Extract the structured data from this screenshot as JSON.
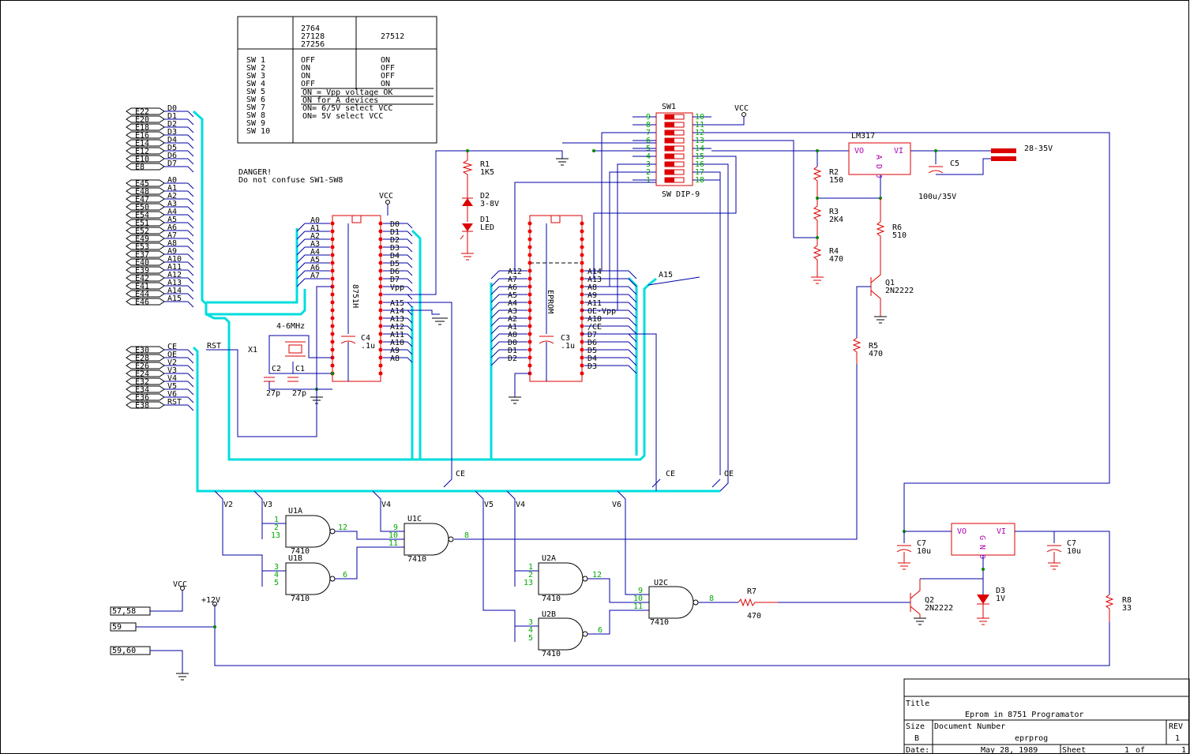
{
  "config_table": {
    "col_a_header": [
      "2764",
      "27128",
      "27256"
    ],
    "col_b_header": "27512",
    "switches": [
      "SW 1",
      "SW 2",
      "SW 3",
      "SW 4",
      "SW 5",
      "SW 6",
      "SW 7",
      "SW 8",
      "SW 9",
      "SW 10"
    ],
    "col_a_values": [
      "OFF",
      "ON",
      "ON",
      "OFF"
    ],
    "col_b_values": [
      "ON",
      "OFF",
      "OFF",
      "ON"
    ],
    "notes": [
      "ON = Vpp voltage OK",
      "ON for A devices",
      "ON= 6/5V select VCC",
      "ON= 5V select VCC"
    ]
  },
  "danger": [
    "DANGER!",
    "Do not confuse SW1-SW8"
  ],
  "conn_data": [
    {
      "e": "E22",
      "s": "D0"
    },
    {
      "e": "E20",
      "s": "D1"
    },
    {
      "e": "E18",
      "s": "D2"
    },
    {
      "e": "E16",
      "s": "D3"
    },
    {
      "e": "E14",
      "s": "D4"
    },
    {
      "e": "E12",
      "s": "D5"
    },
    {
      "e": "E10",
      "s": "D6"
    },
    {
      "e": "E8",
      "s": "D7"
    }
  ],
  "conn_addr": [
    {
      "e": "E45",
      "s": "A0"
    },
    {
      "e": "E48",
      "s": "A1"
    },
    {
      "e": "E47",
      "s": "A2"
    },
    {
      "e": "E50",
      "s": "A3"
    },
    {
      "e": "E54",
      "s": "A4"
    },
    {
      "e": "E51",
      "s": "A5"
    },
    {
      "e": "E52",
      "s": "A6"
    },
    {
      "e": "E49",
      "s": "A7"
    },
    {
      "e": "E53",
      "s": "A8"
    },
    {
      "e": "E37",
      "s": "A9"
    },
    {
      "e": "E40",
      "s": "A10"
    },
    {
      "e": "E39",
      "s": "A11"
    },
    {
      "e": "E42",
      "s": "A12"
    },
    {
      "e": "E41",
      "s": "A13"
    },
    {
      "e": "E44",
      "s": "A14"
    },
    {
      "e": "E46",
      "s": "A15"
    }
  ],
  "conn_ctrl": [
    {
      "e": "E30",
      "s": "CE"
    },
    {
      "e": "E28",
      "s": "OE"
    },
    {
      "e": "E26",
      "s": "V2"
    },
    {
      "e": "E24",
      "s": "V3"
    },
    {
      "e": "E32",
      "s": "V4"
    },
    {
      "e": "E34",
      "s": "V5"
    },
    {
      "e": "E36",
      "s": "V6"
    },
    {
      "e": "E38",
      "s": "RST"
    }
  ],
  "mcu": {
    "name": "8751H",
    "left_pins": [
      "A0",
      "A1",
      "A2",
      "A3",
      "A4",
      "A5",
      "A6",
      "A7"
    ],
    "right_pins": [
      "D0",
      "D1",
      "D2",
      "D3",
      "D4",
      "D5",
      "D6",
      "D7",
      "Vpp",
      "",
      "A15",
      "A14",
      "A13",
      "A12",
      "A11",
      "A10",
      "A9",
      "A8"
    ]
  },
  "eprom": {
    "name": "EPROM",
    "left_pins": [
      "A12",
      "A7",
      "A6",
      "A5",
      "A4",
      "A3",
      "A2",
      "A1",
      "A0",
      "D0",
      "D1",
      "D2"
    ],
    "right_pins": [
      "A14",
      "A13",
      "A8",
      "A9",
      "A11",
      "OE-Vpp",
      "A10",
      "/CE",
      "D7",
      "D6",
      "D5",
      "D4",
      "D3"
    ]
  },
  "labels": {
    "vcc": "VCC",
    "crystal": "4-6MHz",
    "x1": "X1",
    "rst": "RST",
    "c4": "C4",
    "c4v": ".1u",
    "c3": "C3",
    "c3v": ".1u",
    "c2": "C2",
    "c2v": "27p",
    "c1": "C1",
    "c1v": "27p",
    "r1": "R1",
    "r1v": "1K5",
    "d2": "D2",
    "d2v": "3-8V",
    "d1": "D1",
    "d1v": "LED",
    "sw1": "SW1",
    "swdip": "SW DIP-9",
    "sw_left": [
      "9",
      "8",
      "7",
      "6",
      "5",
      "4",
      "3",
      "2",
      "1"
    ],
    "sw_right": [
      "10",
      "11",
      "12",
      "13",
      "14",
      "15",
      "16",
      "17",
      "18"
    ],
    "lm317": "LM317",
    "vo": "VO",
    "vi": "VI",
    "adj": "A D J",
    "gnd": "G N D",
    "c5": "C5",
    "c5v": "100u/35V",
    "input_v": "28-35V",
    "r2": "R2",
    "r2v": "150",
    "r3": "R3",
    "r3v": "2K4",
    "r4": "R4",
    "r4v": "470",
    "r6": "R6",
    "r6v": "510",
    "q1": "Q1",
    "q1v": "2N2222",
    "r5": "R5",
    "r5v": "470",
    "a15": "A15",
    "ce1": "CE",
    "ce2": "CE",
    "oe": "OE",
    "v2": "V2",
    "v3": "V3",
    "v4a": "V4",
    "v5": "V5",
    "v4b": "V4",
    "v6": "V6",
    "u1a": "U1A",
    "u1b": "U1B",
    "u1c": "U1C",
    "u2a": "U2A",
    "u2b": "U2B",
    "u2c": "U2C",
    "ic7410": "7410",
    "r7": "R7",
    "r7v": "470",
    "q2": "Q2",
    "q2v": "2N2222",
    "d3": "D3",
    "d3v": "1V",
    "c7": "C7",
    "c7v": "10u",
    "c7b": "C7",
    "c7bv": "10u",
    "r8": "R8",
    "r8v": "33",
    "p1": "57,58",
    "p2": "59",
    "p3": "59,60",
    "v12": "+12V"
  },
  "title_block": {
    "title_label": "Title",
    "title": "Eprom in 8751 Programator",
    "size_label": "Size",
    "size": "B",
    "docnum_label": "Document Number",
    "docnum": "eprprog",
    "rev_label": "REV",
    "rev": "1",
    "date_label": "Date:",
    "date": "May 28, 1989",
    "sheet_label": "Sheet",
    "sheet": "1",
    "of_label": "of",
    "sheet_total": "1"
  }
}
